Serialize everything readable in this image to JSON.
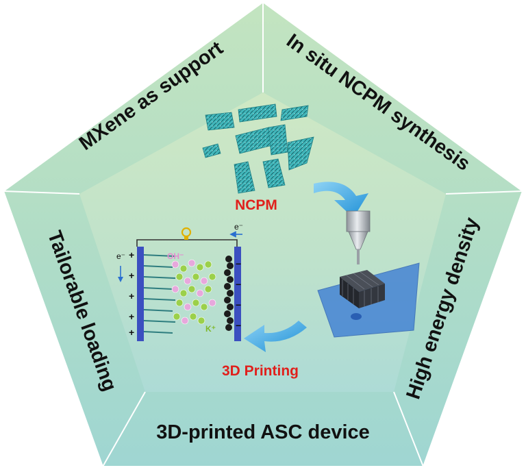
{
  "segments": {
    "top_left": "MXene as support",
    "top_right": "In situ NCPM synthesis",
    "right": "High energy density",
    "bottom": "3D-printed ASC device",
    "left": "Tailorable loading"
  },
  "center": {
    "material_label": "NCPM",
    "process_label": "3D Printing"
  },
  "device": {
    "electron_left": "e⁻",
    "electron_right": "e⁻",
    "oh_label": "OH⁻",
    "k_label": "K⁺",
    "plus_sign": "+",
    "minus_sign": "−"
  },
  "colors": {
    "outer_band": "#a9dcc8",
    "inner_panel": "#c6e6c2",
    "label_red": "#e0201c",
    "arrow_blue": "#3ba6e2",
    "electrode_blue": "#3b4fc0",
    "nanosheet_teal": "#3fb4b8"
  }
}
